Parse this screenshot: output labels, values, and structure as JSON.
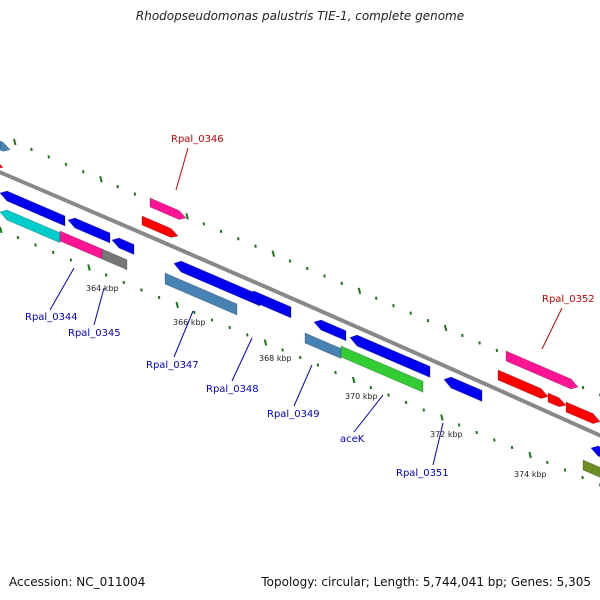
{
  "title": "Rhodopseudomonas palustris TIE-1, complete genome",
  "footer": {
    "accession": "Accession: NC_011004",
    "summary": "Topology: circular; Length: 5,744,041 bp; Genes: 5,305"
  },
  "colors": {
    "backbone": "#888888",
    "tick": "#1a7a1a",
    "label_plus": "#cc0000",
    "label_minus": "#0000cc",
    "red": "#ff0000",
    "pink": "#ff1493",
    "blue": "#0000ee",
    "steel": "#4682b4",
    "cyan": "#00cccc",
    "gray": "#777777",
    "green": "#33cc33",
    "olive": "#6b8e23"
  },
  "scale_labels": [
    "364 kbp",
    "366 kbp",
    "368 kbp",
    "370 kbp",
    "372 kbp",
    "374 kbp"
  ],
  "gene_labels": [
    {
      "text": "Rpal_0346",
      "strand": "plus"
    },
    {
      "text": "Rpal_0352",
      "strand": "plus"
    },
    {
      "text": "Rpal_0344",
      "strand": "minus"
    },
    {
      "text": "Rpal_0345",
      "strand": "minus"
    },
    {
      "text": "Rpal_0347",
      "strand": "minus"
    },
    {
      "text": "Rpal_0348",
      "strand": "minus"
    },
    {
      "text": "Rpal_0349",
      "strand": "minus"
    },
    {
      "text": "aceK",
      "strand": "minus"
    },
    {
      "text": "Rpal_0351",
      "strand": "minus"
    }
  ]
}
